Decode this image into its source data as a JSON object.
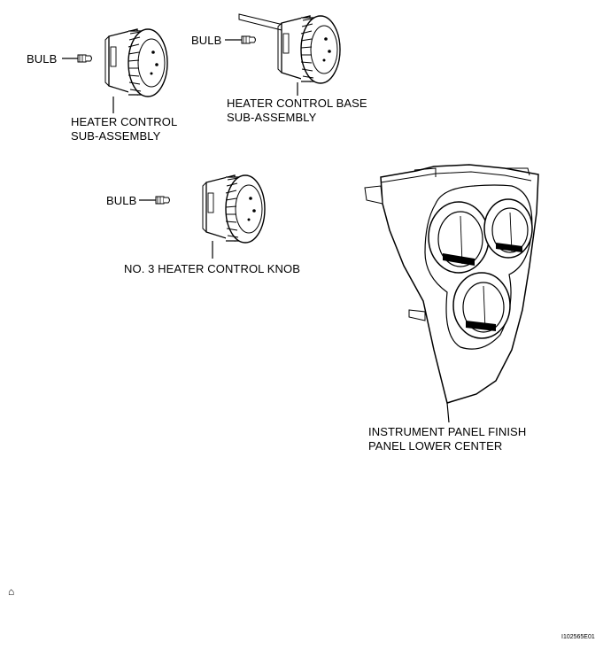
{
  "labels": {
    "bulb_1": "BULB",
    "bulb_2": "BULB",
    "bulb_3": "BULB",
    "heater_control_sub_assembly_line1": "HEATER CONTROL",
    "heater_control_sub_assembly_line2": "SUB-ASSEMBLY",
    "heater_control_base_line1": "HEATER CONTROL BASE",
    "heater_control_base_line2": "SUB-ASSEMBLY",
    "heater_control_knob": "NO. 3 HEATER CONTROL KNOB",
    "panel_line1": "INSTRUMENT PANEL FINISH",
    "panel_line2": "PANEL LOWER CENTER"
  },
  "figure_id": "I102565E01",
  "corner_mark": "⌂"
}
